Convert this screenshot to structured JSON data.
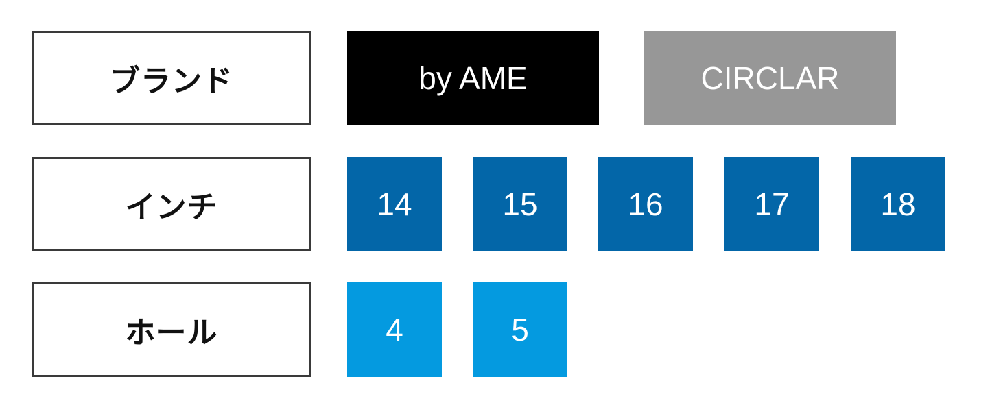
{
  "rows": {
    "brand": {
      "label": "ブランド",
      "options": [
        {
          "label": "by AME",
          "color": "#000000"
        },
        {
          "label": "CIRCLAR",
          "color": "#979797"
        }
      ]
    },
    "inch": {
      "label": "インチ",
      "color": "#0366a8",
      "options": [
        "14",
        "15",
        "16",
        "17",
        "18"
      ]
    },
    "hole": {
      "label": "ホール",
      "color": "#049ae0",
      "options": [
        "4",
        "5"
      ]
    }
  }
}
